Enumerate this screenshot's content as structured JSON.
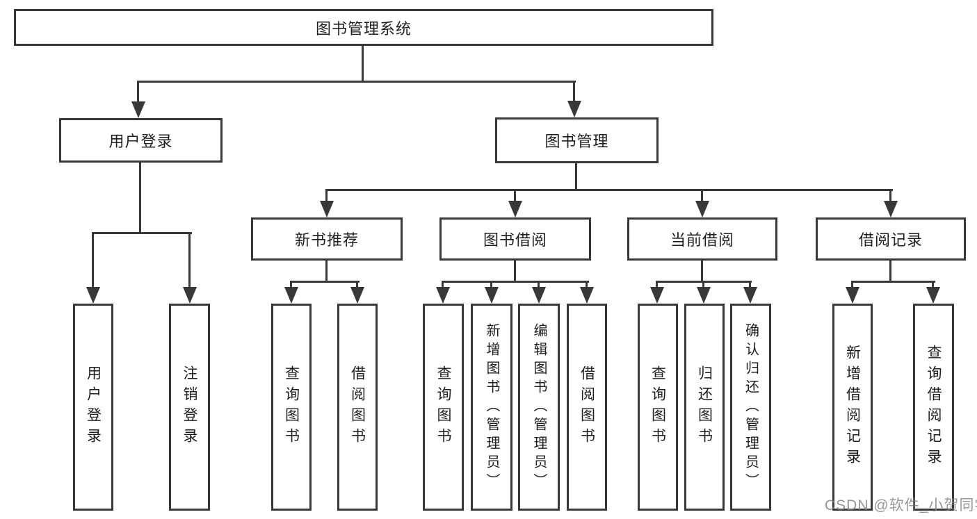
{
  "diagram": {
    "root": "图书管理系统",
    "level2": {
      "user": "用户登录",
      "book": "图书管理"
    },
    "level3": {
      "newbook": "新书推荐",
      "borrow": "图书借阅",
      "current": "当前借阅",
      "records": "借阅记录"
    },
    "leaves": {
      "user": [
        "用户登录",
        "注销登录"
      ],
      "newbook": [
        "查询图书",
        "借阅图书"
      ],
      "borrow": [
        "查询图书",
        "新增图书（管理员）",
        "编辑图书（管理员）",
        "借阅图书"
      ],
      "current": [
        "查询图书",
        "归还图书",
        "确认归还（管理员）"
      ],
      "records": [
        "新增借阅记录",
        "查询借阅记录"
      ]
    }
  },
  "watermark": "CSDN @软件_小贺同学"
}
